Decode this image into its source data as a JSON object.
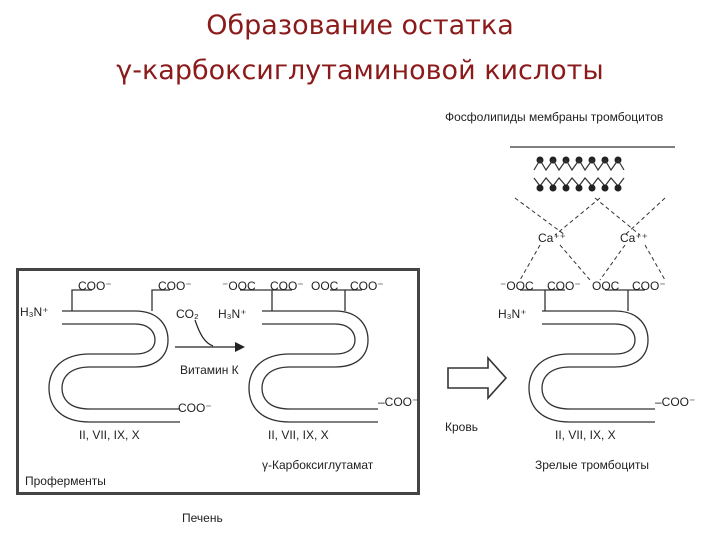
{
  "title": {
    "line1": "Образование остатка",
    "line2": "γ-карбоксиглутаминовой кислоты"
  },
  "labels": {
    "membrane": "Фосфолипиды мембраны тромбоцитов",
    "ca_left": "Ca⁺⁺",
    "ca_right": "Ca⁺⁺",
    "coo_top_left_1": "COO⁻",
    "coo_top_left_2": "COO⁻",
    "coo_mid_1": "⁻OOC",
    "coo_mid_2": "COO⁻",
    "coo_mid_3": "OOC",
    "coo_mid_4": "COO⁻",
    "coo_right_1": "⁻OOC",
    "coo_right_2": "COO⁻",
    "coo_right_3": "OOC",
    "coo_right_4": "COO⁻",
    "h3n_left": "H₃N⁺",
    "h3n_mid": "H₃N⁺",
    "h3n_right": "H₃N⁺",
    "co2": "CO₂",
    "vitamin_k": "Витамин К",
    "coo_end_left": "COO⁻",
    "coo_end_mid": "–COO⁻",
    "coo_end_right": "–COO⁻",
    "factors_left": "II, VII, IX, X",
    "factors_mid": "II, VII, IX, X",
    "factors_right": "II, VII, IX, X",
    "proenzymes": "Проферменты",
    "gamma_carboxy": "γ-Карбоксиглутамат",
    "blood": "Кровь",
    "mature": "Зрелые тромбоциты",
    "liver": "Печень"
  }
}
